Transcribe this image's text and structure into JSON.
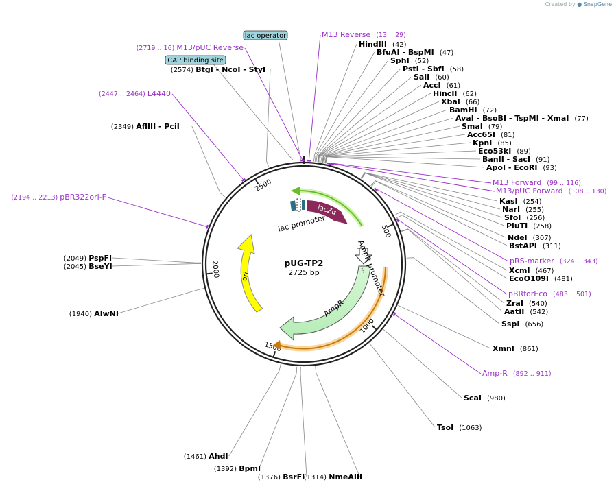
{
  "credit": {
    "prefix": "Created by",
    "brand": "SnapGene"
  },
  "plasmid": {
    "name": "pUG-TP2",
    "size_label": "2725 bp",
    "length": 2725
  },
  "colors": {
    "enzyme_text": "#000000",
    "primer": "#9b30c8",
    "lacZ": "#8b2a5a",
    "ampR": "#c8f0c8",
    "ori": "#ffff00",
    "orange_feature": "#f5a623",
    "lac_op_box": "#9fd4dc"
  },
  "ticks": [
    {
      "label": "500",
      "pos": 500
    },
    {
      "label": "1000",
      "pos": 1000
    },
    {
      "label": "1500",
      "pos": 1500
    },
    {
      "label": "2000",
      "pos": 2000
    },
    {
      "label": "2500",
      "pos": 2500
    }
  ],
  "features": [
    {
      "name": "lacZα",
      "start": 128,
      "end": 270,
      "type": "arrow"
    },
    {
      "name": "lac promoter",
      "start": 2640,
      "end": 2700,
      "type": "promoter"
    },
    {
      "name": "AmpR promoter",
      "start": 460,
      "end": 565,
      "type": "promoter"
    },
    {
      "name": "AmpR",
      "start": 565,
      "end": 1425,
      "type": "arrow"
    },
    {
      "name": "ori",
      "start": 1825,
      "end": 2300,
      "type": "arrow"
    }
  ],
  "boxed_labels": [
    {
      "name": "lac operator"
    },
    {
      "name": "CAP binding site"
    }
  ],
  "primers": [
    {
      "name": "M13 Reverse",
      "range": "(13 .. 29)"
    },
    {
      "name": "M13/pUC Reverse",
      "range": "(2719 .. 16)"
    },
    {
      "name": "L4440",
      "range": "(2447 .. 2464)"
    },
    {
      "name": "pBR322ori-F",
      "range": "(2194 .. 2213)"
    },
    {
      "name": "M13 Forward",
      "range": "(99 .. 116)"
    },
    {
      "name": "M13/pUC Forward",
      "range": "(108 .. 130)"
    },
    {
      "name": "pRS-marker",
      "range": "(324 .. 343)"
    },
    {
      "name": "pBRforEco",
      "range": "(483 .. 501)"
    },
    {
      "name": "Amp-R",
      "range": "(892 .. 911)"
    }
  ],
  "enzymes_right": [
    {
      "names": "HindIII",
      "pos": "(42)"
    },
    {
      "names": "BfuAI  - BspMI",
      "pos": "(47)"
    },
    {
      "names": "SphI",
      "pos": "(52)"
    },
    {
      "names": "PstI  - SbfI",
      "pos": "(58)"
    },
    {
      "names": "SalI",
      "pos": "(60)"
    },
    {
      "names": "AccI",
      "pos": "(61)"
    },
    {
      "names": "HincII",
      "pos": "(62)"
    },
    {
      "names": "XbaI",
      "pos": "(66)"
    },
    {
      "names": "BamHI",
      "pos": "(72)"
    },
    {
      "names": "AvaI  - BsoBI  - TspMI  - XmaI",
      "pos": "(77)"
    },
    {
      "names": "SmaI",
      "pos": "(79)"
    },
    {
      "names": "Acc65I",
      "pos": "(81)"
    },
    {
      "names": "KpnI",
      "pos": "(85)"
    },
    {
      "names": "Eco53kI",
      "pos": "(89)"
    },
    {
      "names": "BanII  - SacI",
      "pos": "(91)"
    },
    {
      "names": "ApoI  - EcoRI",
      "pos": "(93)"
    },
    {
      "names": "KasI",
      "pos": "(254)"
    },
    {
      "names": "NarI",
      "pos": "(255)"
    },
    {
      "names": "SfoI",
      "pos": "(256)"
    },
    {
      "names": "PluTI",
      "pos": "(258)"
    },
    {
      "names": "NdeI",
      "pos": "(307)"
    },
    {
      "names": "BstAPI",
      "pos": "(311)"
    },
    {
      "names": "XcmI",
      "pos": "(467)"
    },
    {
      "names": "EcoO109I",
      "pos": "(481)"
    },
    {
      "names": "ZraI",
      "pos": "(540)"
    },
    {
      "names": "AatII",
      "pos": "(542)"
    },
    {
      "names": "SspI",
      "pos": "(656)"
    },
    {
      "names": "XmnI",
      "pos": "(861)"
    },
    {
      "names": "ScaI",
      "pos": "(980)"
    },
    {
      "names": "TsoI",
      "pos": "(1063)"
    }
  ],
  "enzymes_left": [
    {
      "names": "BtgI  - NcoI  - StyI",
      "pos": "(2574)"
    },
    {
      "names": "AflIII  - PciI",
      "pos": "(2349)"
    },
    {
      "names": "PspFI",
      "pos": "(2049)"
    },
    {
      "names": "BseYI",
      "pos": "(2045)"
    },
    {
      "names": "AlwNI",
      "pos": "(1940)"
    },
    {
      "names": "AhdI",
      "pos": "(1461)"
    },
    {
      "names": "BpmI",
      "pos": "(1392)"
    },
    {
      "names": "BsrFI",
      "pos": "(1376)"
    },
    {
      "names": "NmeAIII",
      "pos": "(1314)"
    }
  ]
}
